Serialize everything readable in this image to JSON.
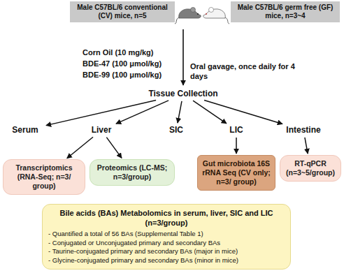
{
  "diagram": {
    "nodes": [
      {
        "text": [
          "Male C57BL/6 conventional (CV) mice, n=5"
        ]
      },
      {
        "text": [
          "Male C57BL/6 germ free (GF) mice, n=3~4"
        ]
      },
      {
        "text": [
          "Tissue Collection"
        ]
      },
      {
        "text": [
          "Serum"
        ]
      },
      {
        "text": [
          "Liver"
        ]
      },
      {
        "text": [
          "SIC"
        ]
      },
      {
        "text": [
          "LIC"
        ]
      },
      {
        "text": [
          "Intestine"
        ]
      },
      {
        "text": [
          "Transcriptomics (RNA-Seq; n=3/ group)"
        ]
      },
      {
        "text": [
          "Proteomics (LC-MS; n=3/group)"
        ]
      },
      {
        "text": [
          "Gut microbiota 16S rRNA Seq (CV only; n=3/ group)"
        ]
      },
      {
        "text": [
          "RT-qPCR (n=3~5/group)"
        ]
      },
      {
        "text": [
          "Bile acids (BAs) Metabolomics in serum, liver, SIC and LIC (n=3/group)",
          "- Quantified a total of 56 BAs (Supplemental Table 1)",
          "- Conjugated or Unconjugated primary and secondary BAs",
          "- Taurine-conjugated primary and secondary BAs (major in mice)",
          "- Glycine-conjugated primary and secondary BAs (minor in mice)"
        ]
      }
    ],
    "edges": [
      {
        "from": 2,
        "to": 3,
        "arrow": "to"
      },
      {
        "from": 2,
        "to": 4,
        "arrow": "to"
      },
      {
        "from": 2,
        "to": 5,
        "arrow": "to"
      },
      {
        "from": 2,
        "to": 6,
        "arrow": "to"
      },
      {
        "from": 2,
        "to": 7,
        "arrow": "to"
      },
      {
        "from": 4,
        "to": 8,
        "arrow": "to"
      },
      {
        "from": 4,
        "to": 9,
        "arrow": "to"
      },
      {
        "from": 6,
        "to": 10,
        "arrow": "to"
      },
      {
        "from": 7,
        "to": 11,
        "arrow": "to"
      }
    ],
    "labels": [
      "Corn Oil (10 mg/kg)",
      "BDE-47 (100 μmol/kg)",
      "BDE-99 (100 μmol/kg)",
      "Oral gavage, once daily for 4 days"
    ]
  }
}
